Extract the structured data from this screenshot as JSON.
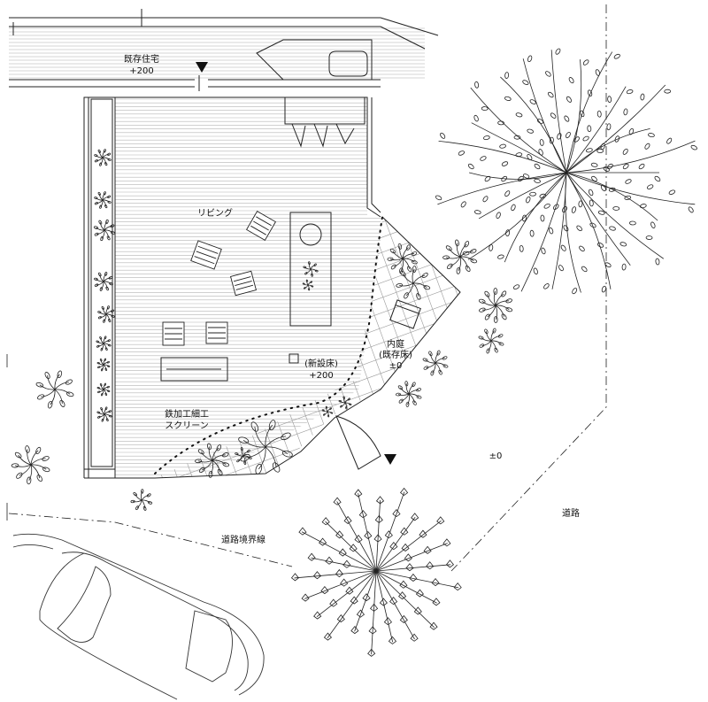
{
  "labels": {
    "existing_house": "既存住宅",
    "existing_house_level": "+200",
    "living": "リビング",
    "new_floor": "(新設床)",
    "new_floor_level": "+200",
    "courtyard": "内庭",
    "courtyard_sub": "(既存床)",
    "courtyard_level": "±0",
    "screen_line1": "鉄加工細工",
    "screen_line2": "スクリーン",
    "ground_level": "±0",
    "road": "道路",
    "road_boundary": "道路境界線"
  },
  "colors": {
    "line": "#222222",
    "hatch": "#9a9a9a",
    "paper": "#ffffff"
  }
}
